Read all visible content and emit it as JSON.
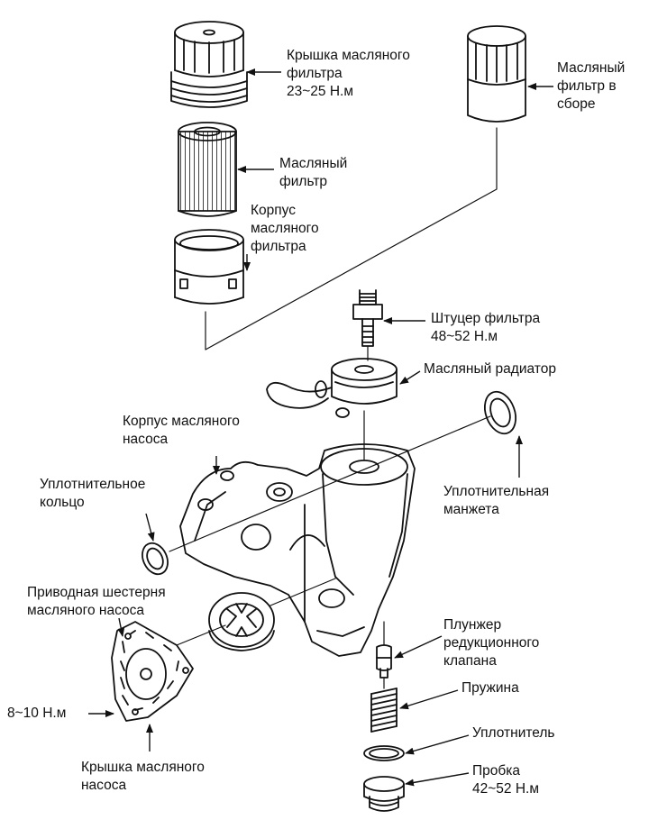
{
  "labels": {
    "cap_filter": "Крышка масляного\nфильтра\n23~25 Н.м",
    "filter_assembly": "Масляный\nфильтр в\nсборе",
    "oil_filter": "Масляный\nфильтр",
    "filter_housing": "Корпус\nмасляного\nфильтра",
    "fitting": "Штуцер фильтра\n48~52 Н.м",
    "oil_cooler": "Масляный радиатор",
    "pump_housing": "Корпус масляного\nнасоса",
    "o_ring": "Уплотнительное\nкольцо",
    "seal_cuff": "Уплотнительная\nманжета",
    "drive_gear": "Приводная шестерня\nмасляного насоса",
    "plunger": "Плунжер\nредукционного\nклапана",
    "spring": "Пружина",
    "gasket": "Уплотнитель",
    "plug": "Пробка\n42~52 Н.м",
    "torque_cover": "8~10 Н.м",
    "pump_cover": "Крышка масляного\nнасоса"
  },
  "colors": {
    "ink": "#111111",
    "paper": "#ffffff",
    "shade": "#d9d9d9"
  }
}
